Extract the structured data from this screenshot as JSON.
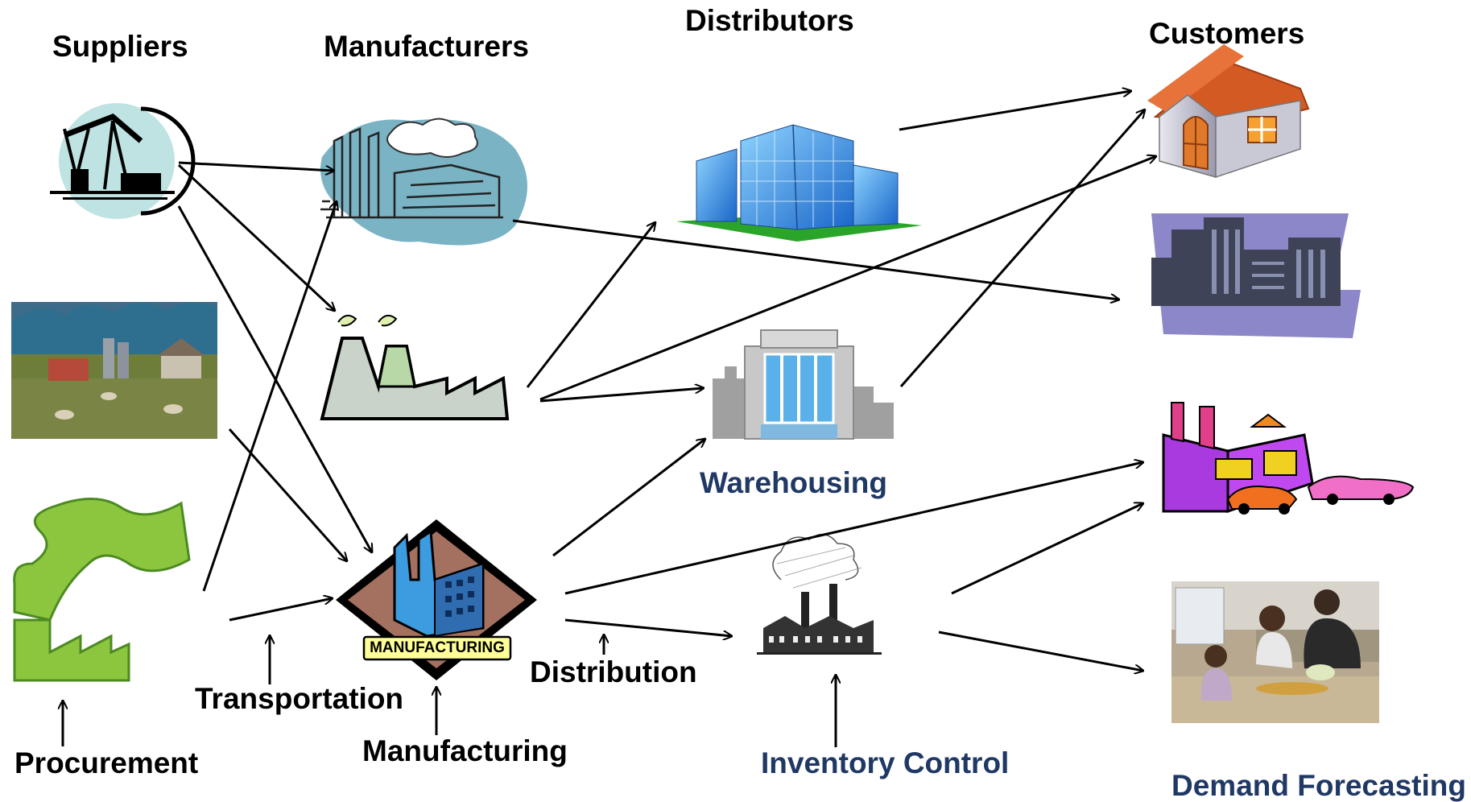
{
  "headers": {
    "suppliers": "Suppliers",
    "manufacturers": "Manufacturers",
    "distributors": "Distributors",
    "customers": "Customers"
  },
  "processes": {
    "procurement": "Procurement",
    "transportation": "Transportation",
    "manufacturing": "Manufacturing",
    "distribution": "Distribution",
    "warehousing": "Warehousing",
    "inventory_control": "Inventory Control",
    "demand_forecasting": "Demand Forecasting"
  },
  "badge": {
    "manufacturing": "MANUFACTURING"
  },
  "colors": {
    "process_blue": "#1f3864",
    "arrow": "#000000",
    "oil_pump_bg": "#bfe3e3",
    "factory_bg": "#7ab3c4",
    "glass_blue": "#2f8fe0",
    "green": "#8cc63f",
    "badge_yellow": "#ffff99",
    "diamond_brown": "#a47060"
  },
  "icons": {
    "suppliers": [
      "oil-pump-icon",
      "farm-icon",
      "green-factory-icon"
    ],
    "manufacturers": [
      "smoky-factory-icon",
      "gray-factory-icon",
      "manufacturing-diamond-icon"
    ],
    "distributors": [
      "glass-building-icon",
      "warehouse-icon",
      "smokestack-factory-icon"
    ],
    "customers": [
      "house-icon",
      "office-buildings-icon",
      "toy-factory-icon",
      "family-kitchen-icon"
    ]
  }
}
